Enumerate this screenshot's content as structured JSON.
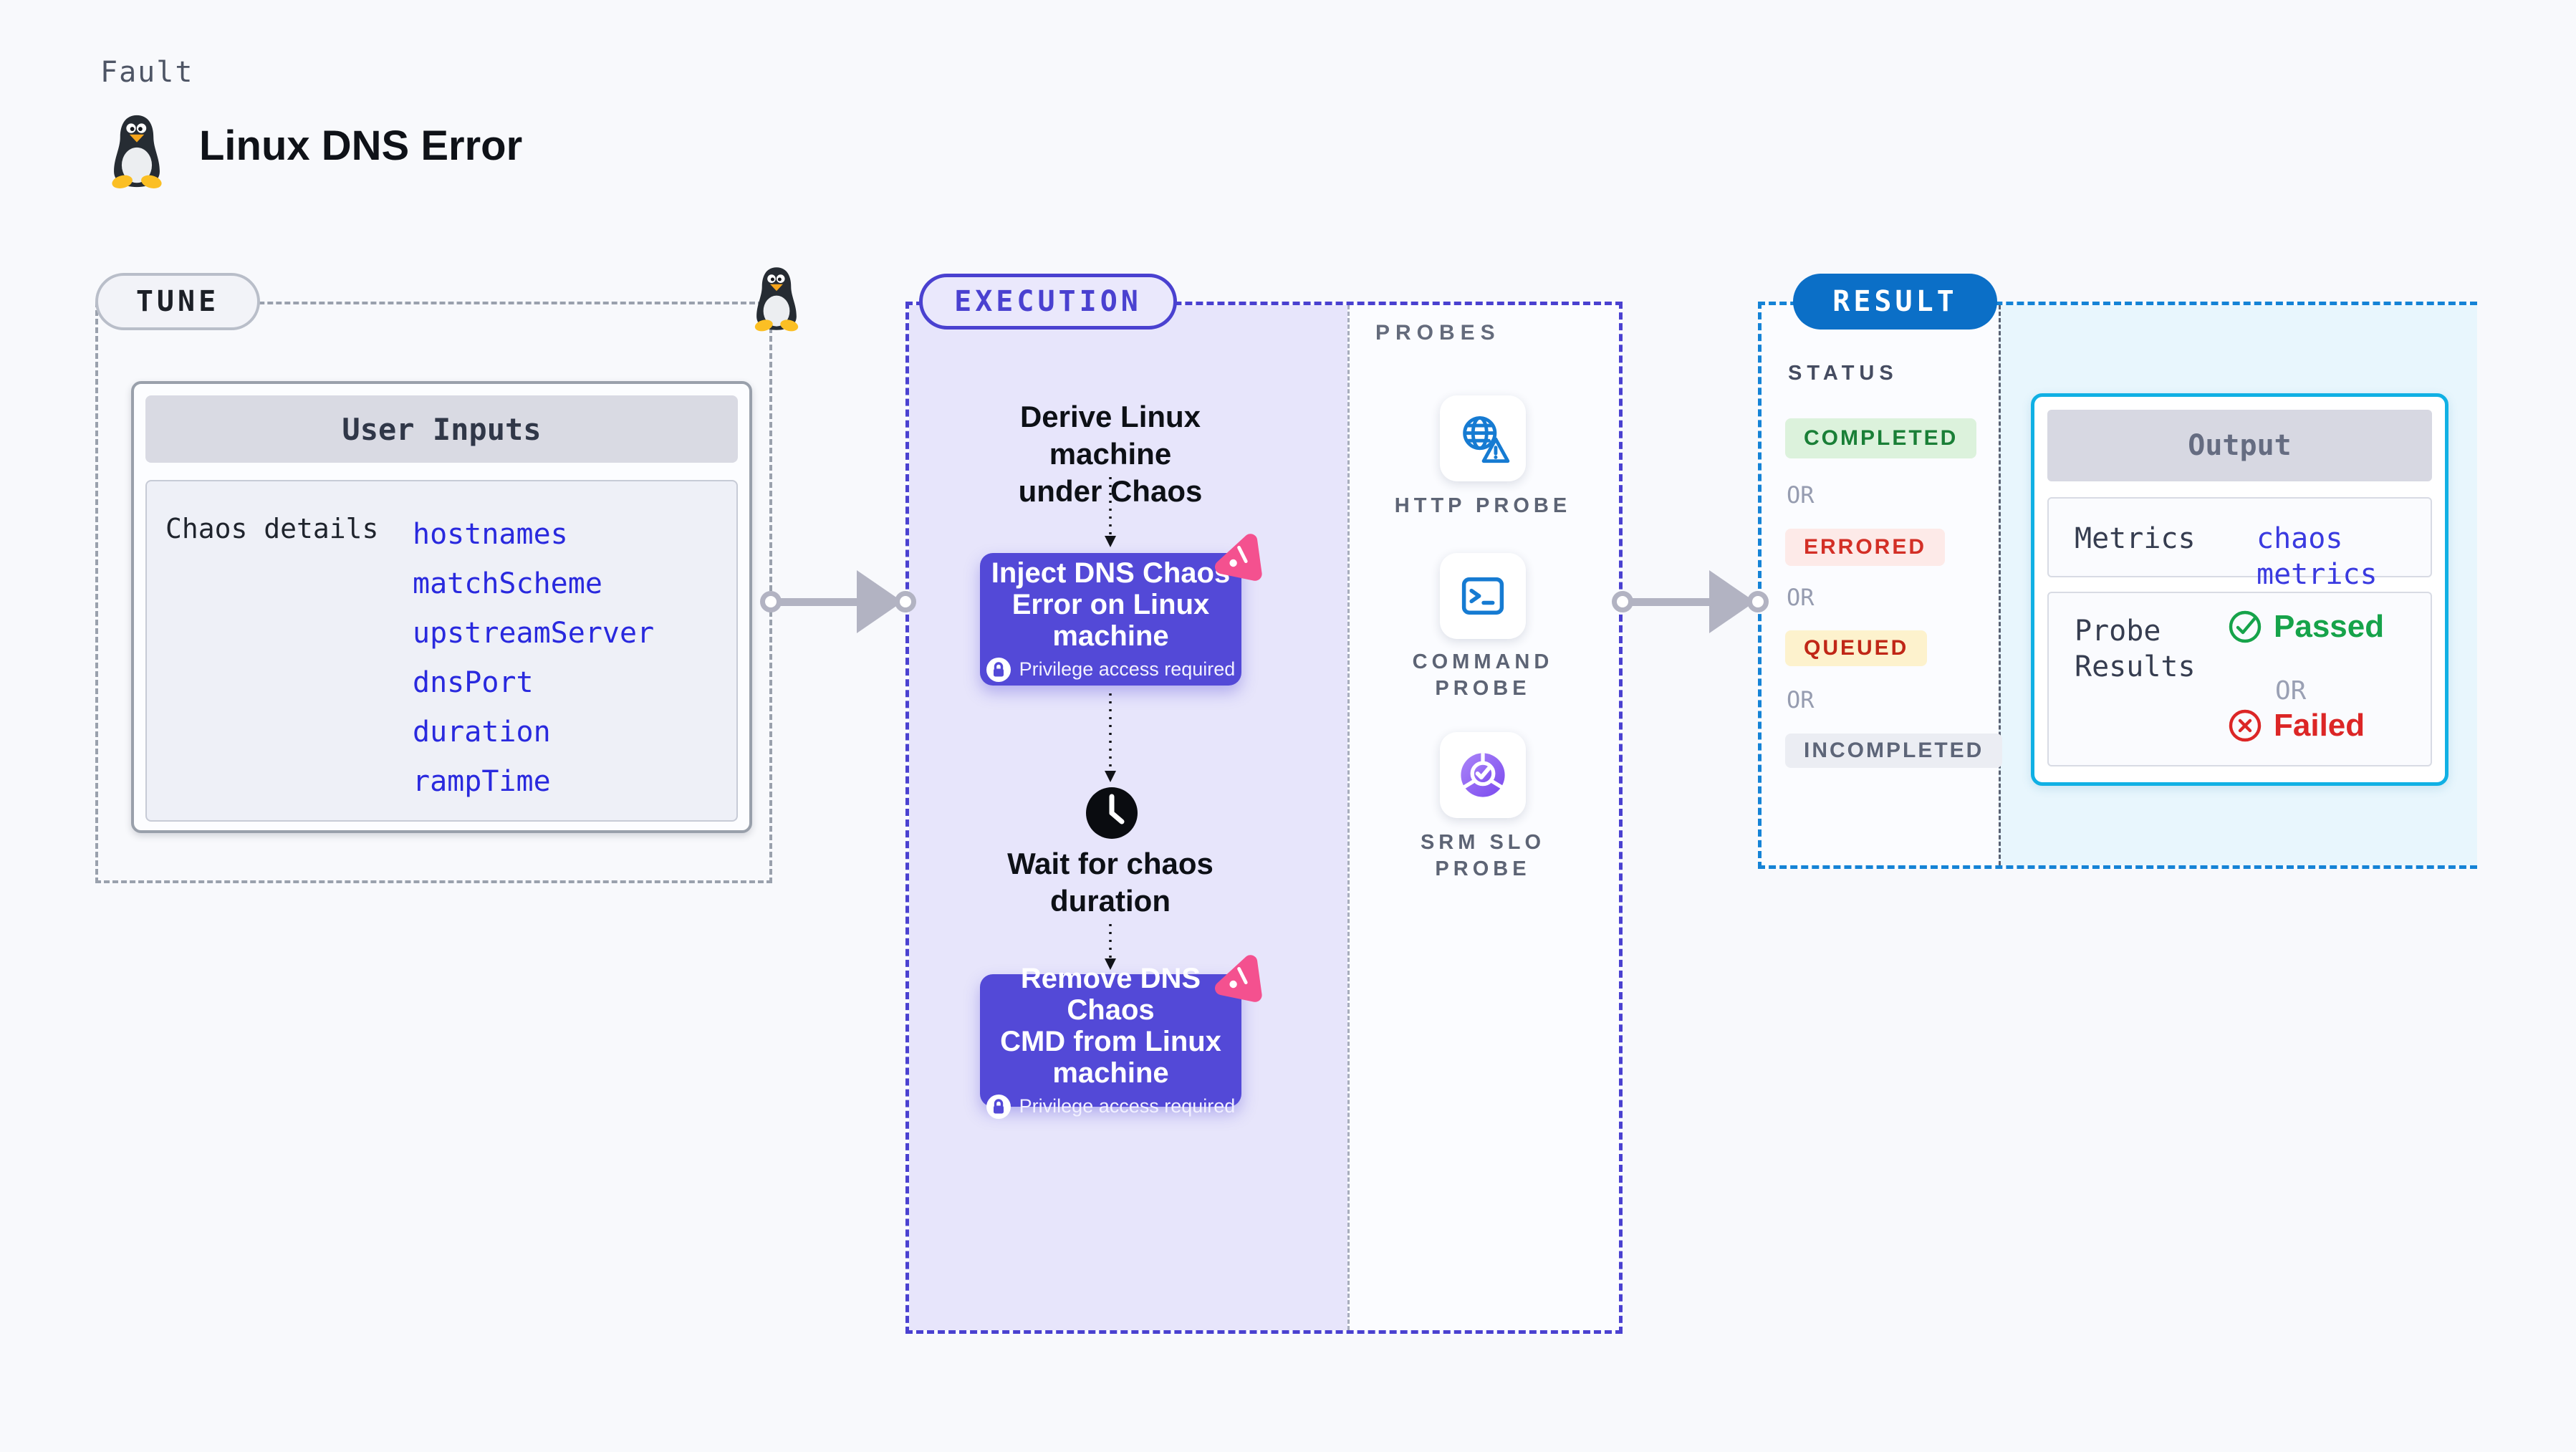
{
  "header": {
    "eyebrow": "Fault",
    "title": "Linux DNS Error",
    "icon": "tux-penguin"
  },
  "tune": {
    "badge": "TUNE",
    "card_title": "User Inputs",
    "row_label": "Chaos details",
    "params": [
      "hostnames",
      "matchScheme",
      "upstreamServer",
      "dnsPort",
      "duration",
      "rampTime"
    ]
  },
  "execution": {
    "badge": "EXECUTION",
    "derive_lines": [
      "Derive Linux machine",
      "under Chaos"
    ],
    "inject_lines": [
      "Inject DNS Chaos",
      "Error on Linux",
      "machine"
    ],
    "privilege_note": "Privilege access required",
    "wait_lines": [
      "Wait for chaos",
      "duration"
    ],
    "remove_lines": [
      "Remove DNS Chaos",
      "CMD from Linux",
      "machine"
    ]
  },
  "probes": {
    "title": "PROBES",
    "items": [
      {
        "icon": "globe-alert-icon",
        "lines": [
          "HTTP PROBE"
        ]
      },
      {
        "icon": "terminal-icon",
        "lines": [
          "COMMAND",
          "PROBE"
        ]
      },
      {
        "icon": "slo-donut-icon",
        "lines": [
          "SRM SLO",
          "PROBE"
        ]
      }
    ]
  },
  "result": {
    "badge": "RESULT",
    "status_title": "STATUS",
    "or_label": "OR",
    "statuses": [
      {
        "label": "COMPLETED",
        "fg": "#1a7f37",
        "bg": "#dcf2dc"
      },
      {
        "label": "ERRORED",
        "fg": "#d32f26",
        "bg": "#fdeae8"
      },
      {
        "label": "QUEUED",
        "fg": "#c02717",
        "bg": "#fdf2cd"
      },
      {
        "label": "INCOMPLETED",
        "fg": "#5d6578",
        "bg": "#ebedf3"
      }
    ],
    "output": {
      "title": "Output",
      "metrics_label": "Metrics",
      "metrics_value": "chaos metrics",
      "probe_results_lines": [
        "Probe",
        "Results"
      ],
      "passed": "Passed",
      "failed": "Failed",
      "or": "OR"
    }
  },
  "colors": {
    "execution_accent": "#4a41d0",
    "step_card_purple": "#5349d7",
    "result_dash_blue": "#1583d6",
    "result_badge_blue": "#0b6fc7",
    "output_border_cyan": "#10b0e4",
    "param_blue": "#2929de",
    "value_blue": "#3a3ae0",
    "passed_green": "#16a34a",
    "failed_red": "#dc2626",
    "chaos_pink": "#f4518f",
    "probe_blue": "#167bd2",
    "arrow_gray": "#b2b3c2"
  }
}
